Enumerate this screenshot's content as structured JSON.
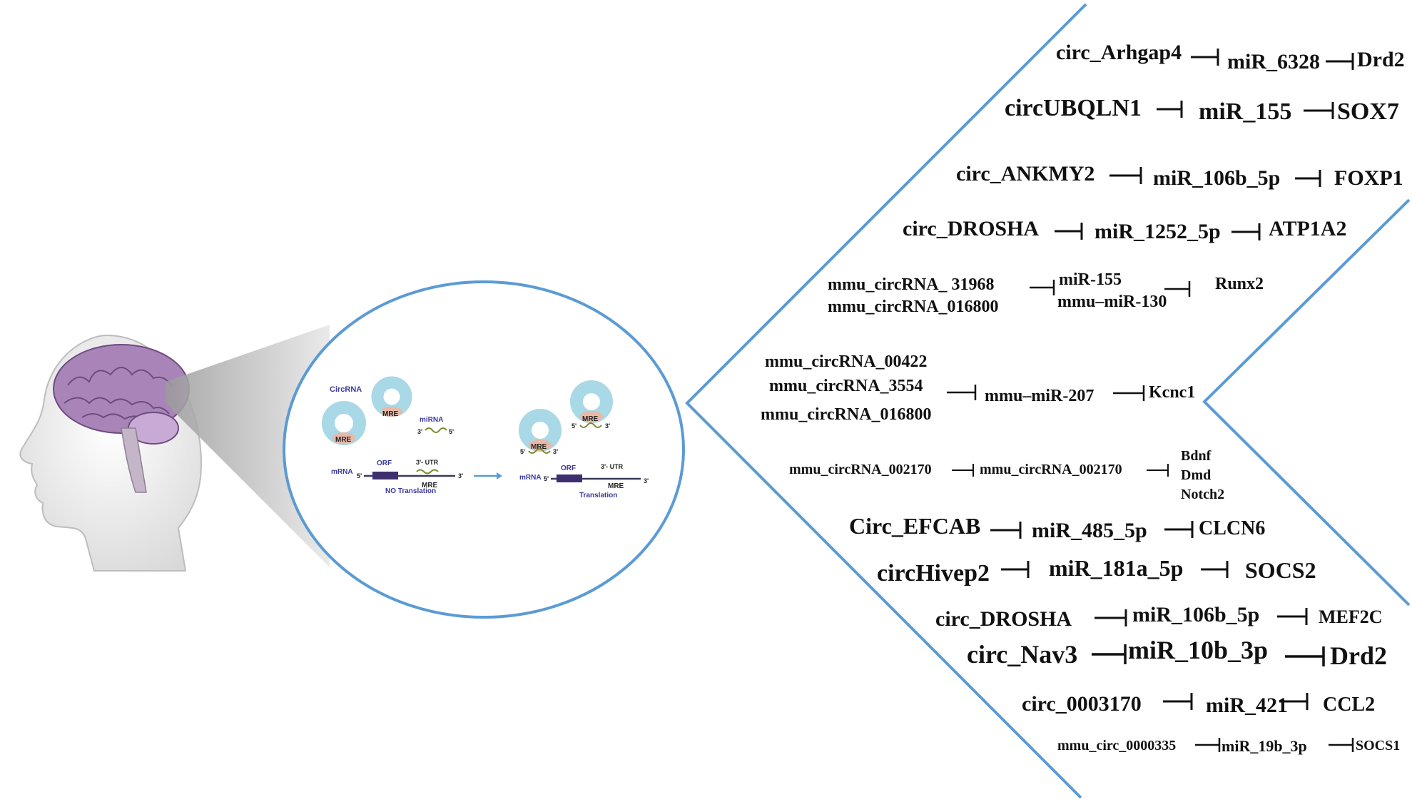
{
  "colors": {
    "blue_line": "#5b9bd5",
    "circle_fill": "#a9d8e6",
    "mre_fill": "#e8b8a8",
    "label_blue": "#3a3aa0",
    "orf_fill": "#3e2f6e",
    "mirna_green": "#7a8a2a",
    "brain_purple": "#a884b8",
    "cone_grey": "#b8b8b8"
  },
  "icons": [
    "head-profile-icon",
    "brain-icon"
  ],
  "mechanism": {
    "circrna_label": "CircRNA",
    "mirna_label": "miRNA",
    "mre_label": "MRE",
    "mrna_label": "mRNA",
    "orf_label": "ORF",
    "utr_label": "3'- UTR",
    "no_translation_label": "NO Translation",
    "translation_label": "Translation",
    "five_prime": "5'",
    "three_prime": "3'"
  },
  "pathways": [
    {
      "circ": "circ_Arhgap4",
      "mir": "miR_6328",
      "target": "Drd2"
    },
    {
      "circ": "circUBQLN1",
      "mir": "miR_155",
      "target": "SOX7"
    },
    {
      "circ": "circ_ANKMY2",
      "mir": "miR_106b_5p",
      "target": "FOXP1"
    },
    {
      "circ": "circ_DROSHA",
      "mir": "miR_1252_5p",
      "target": "ATP1A2"
    },
    {
      "circ": [
        "mmu_circRNA_ 31968",
        "mmu_circRNA_016800"
      ],
      "mir": [
        "miR-155",
        "mmu–miR-130"
      ],
      "target": "Runx2"
    },
    {
      "circ": [
        "mmu_circRNA_00422",
        "mmu_circRNA_3554",
        "mmu_circRNA_016800"
      ],
      "mir": "mmu–miR-207",
      "target": "Kcnc1"
    },
    {
      "circ": "mmu_circRNA_002170",
      "mir": "mmu_circRNA_002170",
      "target": [
        "Bdnf",
        "Dmd",
        "Notch2"
      ]
    },
    {
      "circ": "Circ_EFCAB",
      "mir": "miR_485_5p",
      "target": "CLCN6"
    },
    {
      "circ": "circHivep2",
      "mir": "miR_181a_5p",
      "target": "SOCS2"
    },
    {
      "circ": "circ_DROSHA",
      "mir": "miR_106b_5p",
      "target": "MEF2C"
    },
    {
      "circ": "circ_Nav3",
      "mir": "miR_10b_3p",
      "target": "Drd2"
    },
    {
      "circ": "circ_0003170",
      "mir": "miR_421",
      "target": "CCL2"
    },
    {
      "circ": "mmu_circ_0000335",
      "mir": "miR_19b_3p",
      "target": "SOCS1"
    }
  ]
}
